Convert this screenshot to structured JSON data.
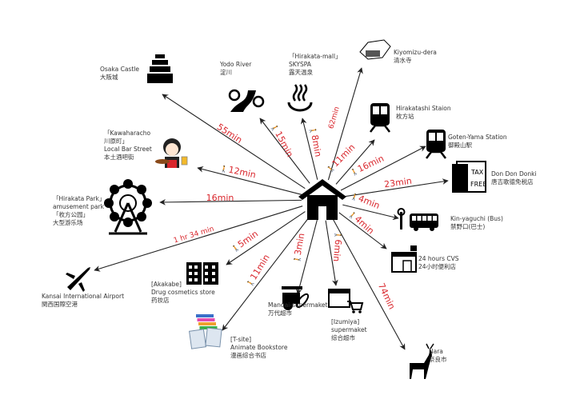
{
  "colors": {
    "time": "#d9262c",
    "line": "#222222",
    "icon": "#000000",
    "text": "#333333"
  },
  "center": {
    "icon": "home-icon"
  },
  "destinations": [
    {
      "id": "osaka-castle",
      "lines": [
        "Osaka Castle",
        "大阪城"
      ],
      "time": "55min",
      "icon": "castle-icon"
    },
    {
      "id": "yodo-river",
      "lines": [
        "Yodo River",
        "淀川"
      ],
      "time": "15min",
      "icon": "river-icon",
      "walk": true
    },
    {
      "id": "skyspa",
      "lines": [
        "「Hirakata-mall」",
        "SKYSPA",
        "露天温泉"
      ],
      "time": "8min",
      "icon": "hot-spring-icon",
      "walk": true
    },
    {
      "id": "kiyomizu",
      "lines": [
        "Kiyomizu-dera",
        "清水寺"
      ],
      "time": "62min",
      "icon": "temple-icon"
    },
    {
      "id": "hirakatashi-station",
      "lines": [
        "Hirakatashi Staion",
        "枚方站"
      ],
      "time": "11min",
      "icon": "train-icon",
      "walk": true
    },
    {
      "id": "goten-yama",
      "lines": [
        "Goten-Yama Station",
        "御殿山駅"
      ],
      "time": "16min",
      "icon": "train-icon",
      "walk": true
    },
    {
      "id": "donki",
      "lines": [
        "Don Don Donki",
        "唐吉歌德免税店"
      ],
      "time": "23min",
      "icon": "tax-free-icon",
      "tax": "TAX",
      "free": "FREE"
    },
    {
      "id": "bus",
      "lines": [
        "Kin-yaguchi (Bus)",
        "禁野口(巴士)"
      ],
      "time": "4min",
      "icon": "bus-icon",
      "walk": true
    },
    {
      "id": "cvs",
      "lines": [
        "24 hours CVS",
        "24小时便利店"
      ],
      "time": "4min",
      "icon": "convenience-store-icon",
      "walk": true
    },
    {
      "id": "nara",
      "lines": [
        "Nara",
        "奈良市"
      ],
      "time": "74min",
      "icon": "deer-icon"
    },
    {
      "id": "izumiya",
      "lines": [
        "[Izumiya]",
        "supermaket",
        "综合超市"
      ],
      "time": "6min",
      "icon": "supermarket-cart-icon",
      "walk": true
    },
    {
      "id": "mandai",
      "lines": [
        "Mandai-supermaket",
        "万代超市"
      ],
      "time": "3min",
      "icon": "grocery-icon",
      "walk": true
    },
    {
      "id": "t-site",
      "lines": [
        "[T-site]",
        "Animate Bookstore",
        "漫画综合书店"
      ],
      "time": "11min",
      "icon": "books-icon",
      "walk": true
    },
    {
      "id": "akakabe",
      "lines": [
        "[Akakabe]",
        "Drug cosmetics store",
        "药妆店"
      ],
      "time": "5min",
      "icon": "building-icon",
      "walk": true
    },
    {
      "id": "kansai-airport",
      "lines": [
        "Kansai International Airport",
        "関西国際空港"
      ],
      "time": "1 hr 34 min",
      "icon": "airplane-icon"
    },
    {
      "id": "hirakata-park",
      "lines": [
        "「Hirakata Park」",
        "amusement park",
        "「枚方公园」",
        "大型游乐场"
      ],
      "time": "16min",
      "icon": "ferris-wheel-icon"
    },
    {
      "id": "kawaharacho",
      "lines": [
        "「Kawaharacho",
        "川原町」",
        "Local Bar Street",
        "本土酒吧街"
      ],
      "time": "12min",
      "icon": "bar-girl-icon",
      "walk": true
    }
  ]
}
